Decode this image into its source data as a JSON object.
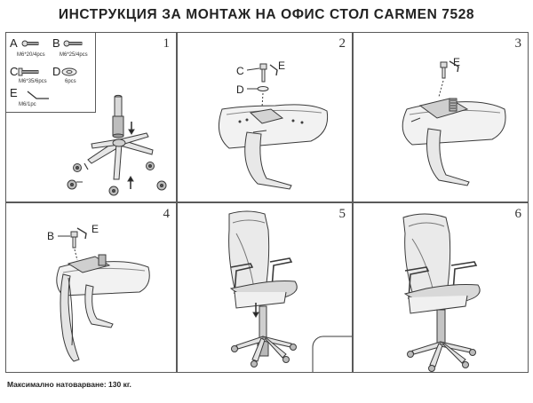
{
  "document": {
    "title": "ИНСТРУКЦИЯ ЗА МОНТАЖ НА ОФИС СТОЛ CARMEN 7528",
    "footer_note": "Максимално натоварване: 130 кг."
  },
  "parts": [
    {
      "letter": "A",
      "spec": "M6*20/4pcs"
    },
    {
      "letter": "B",
      "spec": "M6*25/4pcs"
    },
    {
      "letter": "C",
      "spec": "M6*35/6pcs"
    },
    {
      "letter": "D",
      "spec": "6pcs"
    },
    {
      "letter": "E",
      "spec": "M6/1pc"
    }
  ],
  "steps": [
    {
      "number": "1",
      "callouts": []
    },
    {
      "number": "2",
      "callouts": [
        "C",
        "E",
        "D"
      ]
    },
    {
      "number": "3",
      "callouts": [
        "E"
      ]
    },
    {
      "number": "4",
      "callouts": [
        "B",
        "E"
      ]
    },
    {
      "number": "5",
      "callouts": []
    },
    {
      "number": "6",
      "callouts": []
    }
  ],
  "colors": {
    "line": "#3a3a3a",
    "border": "#5a5a5a",
    "shade": "#8a8a8a"
  }
}
